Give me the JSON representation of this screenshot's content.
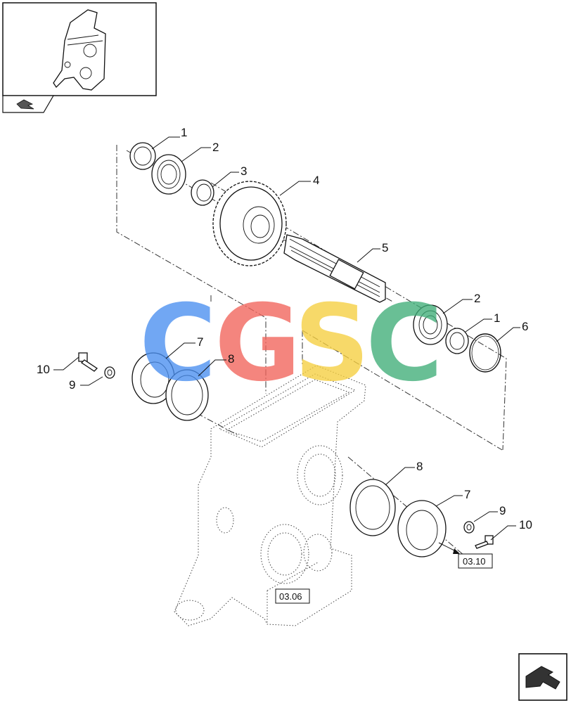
{
  "callouts": {
    "c1a": "1",
    "c2a": "2",
    "c3": "3",
    "c4": "4",
    "c5": "5",
    "c2b": "2",
    "c1b": "1",
    "c6": "6",
    "c7a": "7",
    "c8a": "8",
    "c10a": "10",
    "c9a": "9",
    "c8b": "8",
    "c7b": "7",
    "c9b": "9",
    "c10b": "10"
  },
  "references": {
    "ref_a": "03.10",
    "ref_b": "03.06"
  },
  "watermark": {
    "letters": [
      "C",
      "G",
      "S",
      "C"
    ],
    "colors": [
      "#4a8ff0",
      "#f2645a",
      "#f6cf3f",
      "#3fae78"
    ]
  },
  "icons": {
    "thumbnail": "assembly-thumbnail-icon",
    "small_arrow": "page-arrow-icon",
    "next_page": "next-page-arrow-icon"
  }
}
